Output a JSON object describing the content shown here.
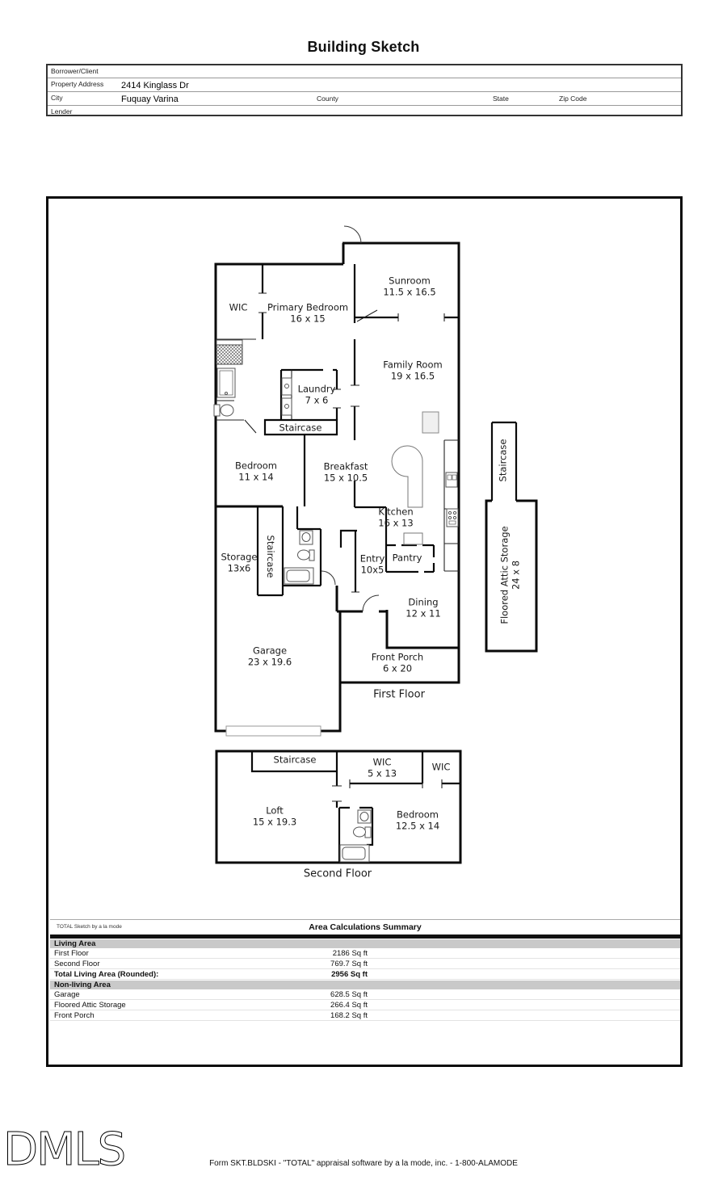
{
  "title": "Building Sketch",
  "form": {
    "borrower_label": "Borrower/Client",
    "property_address_label": "Property Address",
    "property_address_value": "2414 Kinglass Dr",
    "city_label": "City",
    "city_value": "Fuquay Varina",
    "county_label": "County",
    "state_label": "State",
    "zip_label": "Zip Code",
    "lender_label": "Lender"
  },
  "first_floor": {
    "floor_label": "First Floor",
    "rooms": {
      "wic": {
        "name": "WIC"
      },
      "primary_bedroom": {
        "name": "Primary Bedroom",
        "dims": "16 x 15"
      },
      "sunroom": {
        "name": "Sunroom",
        "dims": "11.5 x 16.5"
      },
      "family_room": {
        "name": "Family Room",
        "dims": "19 x 16.5"
      },
      "laundry": {
        "name": "Laundry",
        "dims": "7 x 6"
      },
      "staircase_upper": {
        "name": "Staircase"
      },
      "bedroom": {
        "name": "Bedroom",
        "dims": "11 x 14"
      },
      "breakfast": {
        "name": "Breakfast",
        "dims": "15 x 10.5"
      },
      "kitchen": {
        "name": "Kitchen",
        "dims": "16 x 13"
      },
      "storage": {
        "name": "Storage",
        "dims": "13x6"
      },
      "staircase_left": {
        "name": "Staircase"
      },
      "entry": {
        "name": "Entry",
        "dims": "10x5"
      },
      "pantry": {
        "name": "Pantry"
      },
      "dining": {
        "name": "Dining",
        "dims": "12 x 11"
      },
      "garage": {
        "name": "Garage",
        "dims": "23 x 19.6"
      },
      "front_porch": {
        "name": "Front Porch",
        "dims": "6 x 20"
      },
      "staircase_right": {
        "name": "Staircase"
      },
      "attic": {
        "name": "Floored Attic Storage",
        "dims": "24 x 8"
      }
    }
  },
  "second_floor": {
    "floor_label": "Second Floor",
    "rooms": {
      "staircase": {
        "name": "Staircase"
      },
      "wic_main": {
        "name": "WIC",
        "dims": "5 x 13"
      },
      "wic_small": {
        "name": "WIC"
      },
      "loft": {
        "name": "Loft",
        "dims": "15 x 19.3"
      },
      "bedroom": {
        "name": "Bedroom",
        "dims": "12.5 x 14"
      }
    }
  },
  "summary": {
    "watermark": "TOTAL Sketch by a la mode",
    "title": "Area Calculations Summary",
    "sections": [
      {
        "header": "Living Area",
        "rows": [
          {
            "label": "First Floor",
            "value": "2186 Sq ft"
          },
          {
            "label": "Second Floor",
            "value": "769.7 Sq ft"
          },
          {
            "label": "Total Living Area (Rounded):",
            "value": "2956 Sq ft"
          }
        ]
      },
      {
        "header": "Non-living Area",
        "rows": [
          {
            "label": "Garage",
            "value": "628.5 Sq ft"
          },
          {
            "label": "Floored Attic Storage",
            "value": "266.4 Sq ft"
          },
          {
            "label": "Front Porch",
            "value": "168.2 Sq ft"
          }
        ]
      }
    ]
  },
  "footer": {
    "logo": "DMLS",
    "form_line": "Form SKT.BLDSKI - \"TOTAL\" appraisal software by a la mode, inc. - 1-800-ALAMODE"
  },
  "colors": {
    "wall": "#0a0a0a",
    "band_gray": "#c9c9c9"
  }
}
